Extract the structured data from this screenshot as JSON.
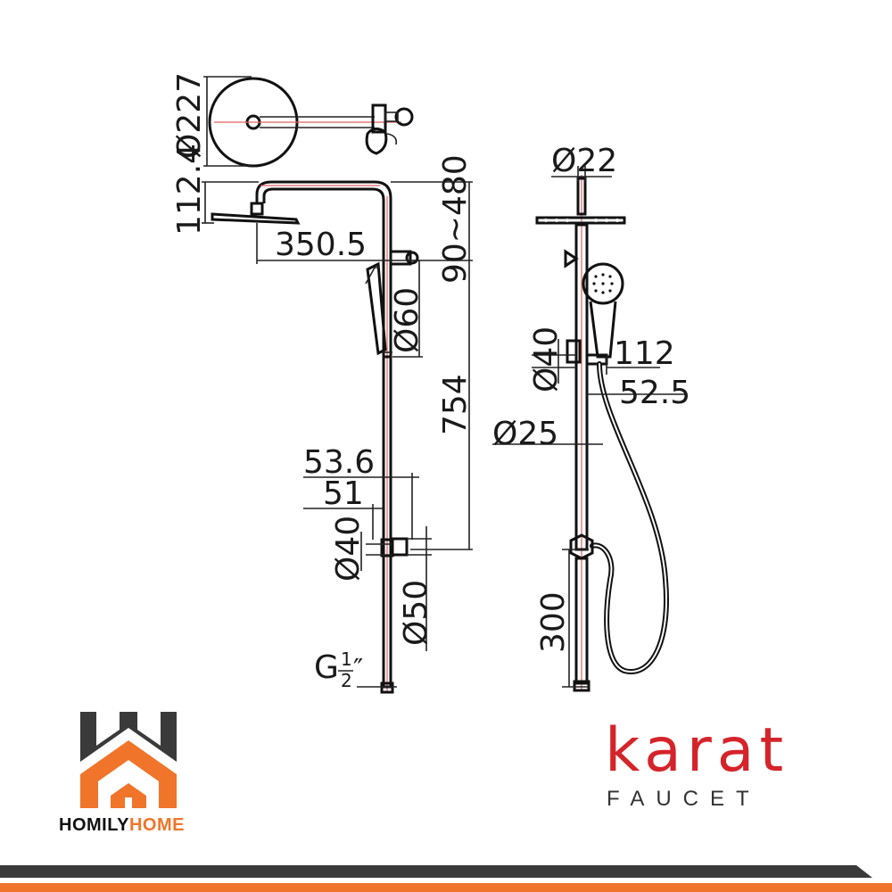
{
  "dimensions": {
    "d_head": "Ø227",
    "head_offset": "112.4",
    "arm_reach": "350.5",
    "adjust_range": "90~480",
    "d_handshower": "Ø60",
    "bar_length": "754",
    "w_536": "53.6",
    "w_51": "51",
    "d_bracket": "Ø40",
    "d_inlet": "Ø50",
    "thread_g": "G",
    "thread_num": "1",
    "thread_den": "2",
    "thread_mark": "″",
    "d_pipe": "Ø22",
    "d_holder": "Ø40",
    "holder_112": "112",
    "holder_525": "52.5",
    "d_bar": "Ø25",
    "inlet_300": "300"
  },
  "brand_left": {
    "name_part1": "HOMILY",
    "name_part2": "HOME",
    "icon": "house-logo-icon"
  },
  "brand_right": {
    "name": "karat",
    "sub": "FAUCET"
  },
  "colors": {
    "orange": "#f0752a",
    "red": "#d4242a",
    "dark": "#3a3a3a"
  }
}
